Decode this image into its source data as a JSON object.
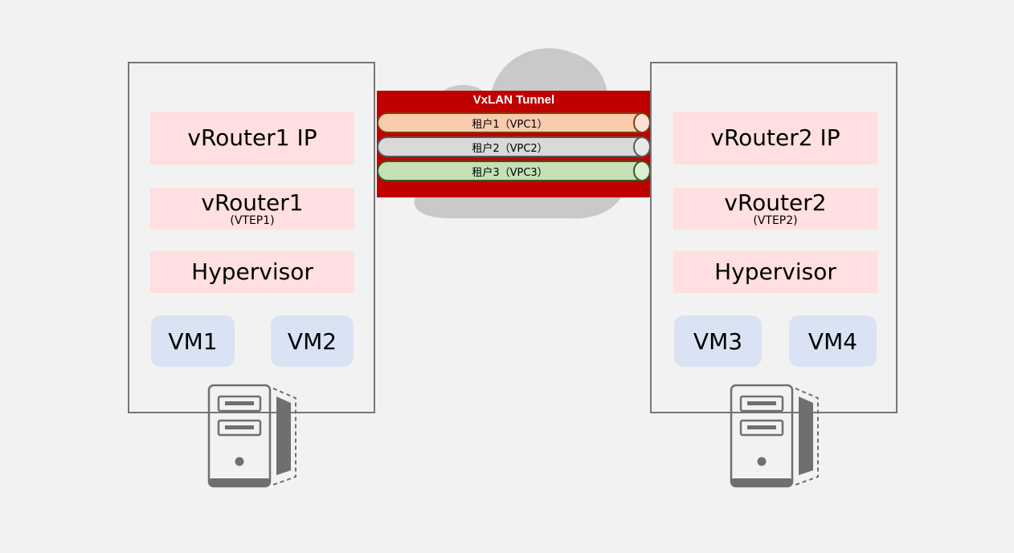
{
  "tunnel": {
    "title": "VxLAN Tunnel",
    "color": "#c00000",
    "pipes": [
      {
        "label": "租户1（VPC1）",
        "fill": "#f8cbad",
        "border": "#843c0c",
        "end_fill": "#fbe1d2"
      },
      {
        "label": "租户2（VPC2）",
        "fill": "#d9d9d9",
        "border": "#595959",
        "end_fill": "#e8e8e8"
      },
      {
        "label": "租户3（VPC3）",
        "fill": "#c5e0b4",
        "border": "#385723",
        "end_fill": "#dcedd2"
      }
    ]
  },
  "hosts": [
    {
      "router_ip": "vRouter1 IP",
      "router": "vRouter1",
      "vtep": "(VTEP1)",
      "hypervisor": "Hypervisor",
      "vms": [
        "VM1",
        "VM2"
      ]
    },
    {
      "router_ip": "vRouter2 IP",
      "router": "vRouter2",
      "vtep": "(VTEP2)",
      "hypervisor": "Hypervisor",
      "vms": [
        "VM3",
        "VM4"
      ]
    }
  ],
  "colors": {
    "background": "#f2f2f2",
    "layer_fill": "#ffdfe0",
    "vm_fill": "#dae3f3",
    "cloud": "#c9c9c9",
    "host_border": "#767676",
    "server_icon": "#6f6f6f"
  }
}
